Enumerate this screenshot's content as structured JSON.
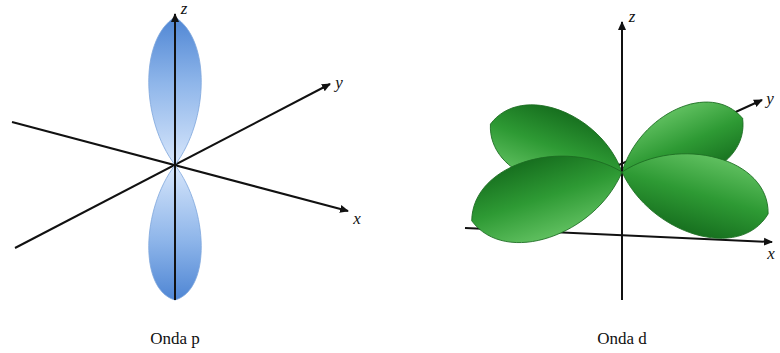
{
  "diagram": {
    "labels": [
      "z",
      "y",
      "x",
      "Onda p",
      "z",
      "y",
      "x",
      "Onda d"
    ]
  }
}
